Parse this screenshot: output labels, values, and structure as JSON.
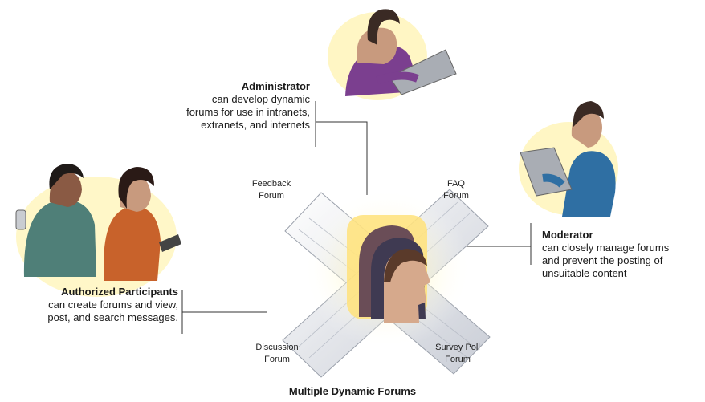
{
  "roles": {
    "administrator": {
      "title": "Administrator",
      "lines": [
        "can develop dynamic",
        "forums for use in intranets,",
        "extranets, and internets"
      ]
    },
    "moderator": {
      "title": "Moderator",
      "lines": [
        "can closely manage forums",
        "and prevent the posting of",
        "unsuitable content"
      ]
    },
    "participants": {
      "title": "Authorized Participants",
      "lines": [
        "can create forums and view,",
        "post, and search messages."
      ]
    }
  },
  "forums": {
    "feedback": [
      "Feedback",
      "Forum"
    ],
    "faq": [
      "FAQ",
      "Forum"
    ],
    "discussion": [
      "Discussion",
      "Forum"
    ],
    "survey": [
      "Survey Poll",
      "Forum"
    ]
  },
  "caption": "Multiple Dynamic Forums",
  "colors": {
    "admin_shirt": "#7b3f8f",
    "moderator_shirt": "#2f6fa3",
    "participant_a_shirt": "#4f7f78",
    "participant_b_shirt": "#c8622b",
    "glow": "#ffd84a",
    "connector_line": "#333333"
  }
}
